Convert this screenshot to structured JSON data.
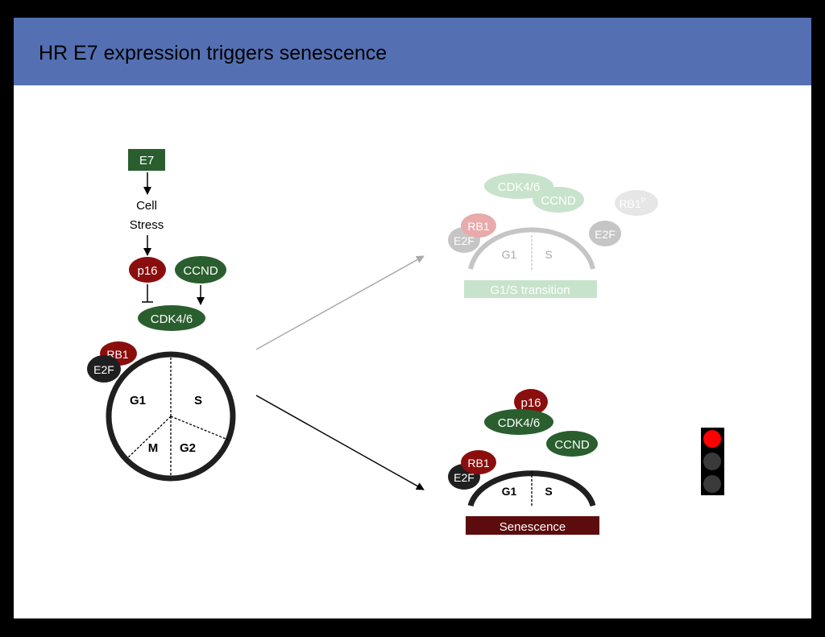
{
  "slide": {
    "title": "HR E7 expression triggers senescence"
  },
  "pathway": {
    "e7": "E7",
    "cell_stress_line1": "Cell",
    "cell_stress_line2": "Stress",
    "p16": "p16",
    "ccnd": "CCND",
    "cdk46": "CDK4/6"
  },
  "cell_cycle": {
    "rb1": "RB1",
    "e2f": "E2F",
    "g1": "G1",
    "s": "S",
    "m": "M",
    "g2": "G2"
  },
  "transition_panel": {
    "cdk46": "CDK4/6",
    "ccnd": "CCND",
    "rb1p": "RB1",
    "rb1p_superscript": "P",
    "rb1": "RB1",
    "e2f_left": "E2F",
    "e2f_right": "E2F",
    "g1": "G1",
    "s": "S",
    "label": "G1/S transition"
  },
  "senescence_panel": {
    "p16": "p16",
    "cdk46": "CDK4/6",
    "ccnd": "CCND",
    "rb1": "RB1",
    "e2f": "E2F",
    "g1": "G1",
    "s": "S",
    "label": "Senescence"
  },
  "traffic_light": {
    "state": "red",
    "colors": {
      "active": "#ff0000",
      "inactive": "#3a3a3a",
      "housing": "#000000"
    }
  },
  "colors": {
    "title_bar": "#5470b3",
    "green": "#2a5e2e",
    "dark_red": "#8b0e0e",
    "black_node": "#1f1f1f",
    "faded_green": "#c8e3cb",
    "faded_red": "#e8aaaa",
    "faded_grey": "#c5c5c5",
    "senescence_bar": "#5c0c0c"
  }
}
